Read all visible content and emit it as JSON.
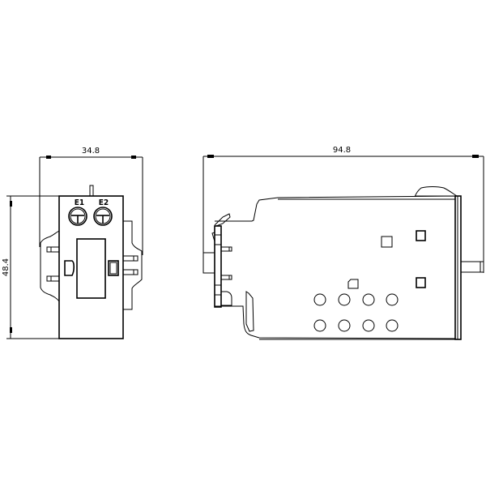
{
  "drawing": {
    "type": "technical-dimension-drawing",
    "views": [
      {
        "name": "front-view",
        "dimensions": {
          "width": "34.8",
          "height": "48.4"
        },
        "terminal_labels": [
          "E1",
          "E2"
        ]
      },
      {
        "name": "side-view",
        "dimensions": {
          "length": "94.8"
        }
      }
    ],
    "line_color": "#000000",
    "background": "#ffffff"
  }
}
